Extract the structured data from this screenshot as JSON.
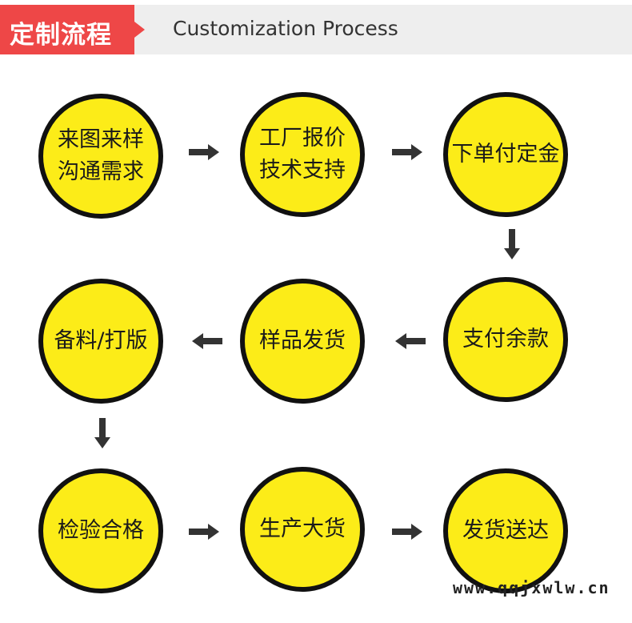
{
  "header": {
    "title_zh": "定制流程",
    "title_en": "Customization Process"
  },
  "steps": [
    {
      "lines": [
        "来图来样",
        "沟通需求"
      ]
    },
    {
      "lines": [
        "工厂报价",
        "技术支持"
      ]
    },
    {
      "lines": [
        "下单付定金"
      ]
    },
    {
      "lines": [
        "支付余款"
      ]
    },
    {
      "lines": [
        "样品发货"
      ]
    },
    {
      "lines": [
        "备料/打版"
      ]
    },
    {
      "lines": [
        "检验合格"
      ]
    },
    {
      "lines": [
        "生产大货"
      ]
    },
    {
      "lines": [
        "发货送达"
      ]
    }
  ],
  "watermark": "www.qqjxwlw.cn",
  "colors": {
    "header_bg": "#eeeeee",
    "badge": "#ee4747",
    "circle_fill": "#fcec18",
    "circle_border": "#111111",
    "arrow": "#333333"
  }
}
